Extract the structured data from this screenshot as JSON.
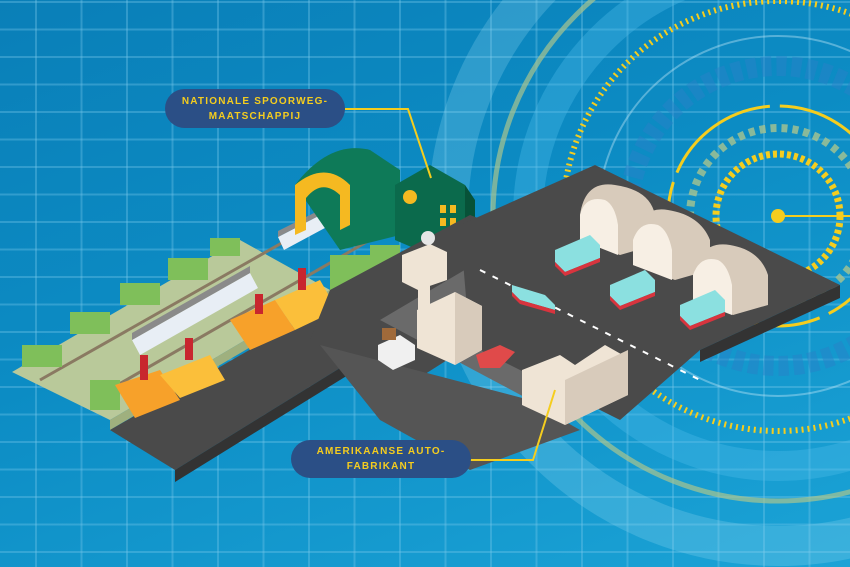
{
  "labels": {
    "railway": {
      "line1": "NATIONALE SPOORWEG-",
      "line2": "MAATSCHAPPIJ"
    },
    "automaker": {
      "line1": "AMERIKAANSE AUTO-",
      "line2": "FABRIKANT"
    }
  },
  "colors": {
    "background": "#0c8cc4",
    "label_bg": "#2b4f86",
    "label_text": "#f5cd1e",
    "leader_line": "#f5cd1e",
    "road": "#4a4a4a",
    "grass": "#b9c99a",
    "station_green": "#0e7a58",
    "factory_orange": "#f7a12a",
    "bus_red": "#d8343e",
    "hangar": "#d8cbbb"
  },
  "scene": {
    "areas": [
      "railway-district",
      "industrial-hub",
      "bus-depot"
    ],
    "icons": [
      "train-icon",
      "station-clock-icon",
      "factory-icon",
      "tree-icon",
      "bus-icon",
      "hangar-icon",
      "truck-icon",
      "car-icon",
      "radar-tower-icon",
      "office-building-icon",
      "tech-radar-rings"
    ]
  }
}
